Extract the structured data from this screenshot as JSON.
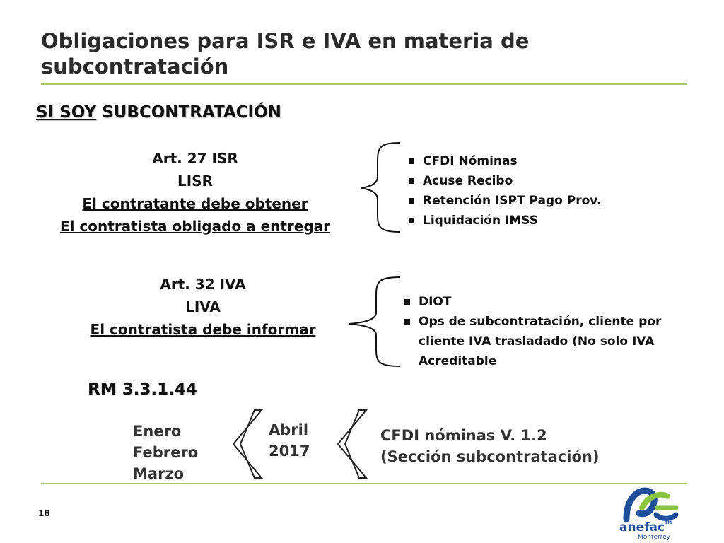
{
  "slide": {
    "title_line1": "Obligaciones para ISR e IVA en materia de",
    "title_line2": "subcontratación",
    "heading_underlined": "SI SOY",
    "heading_rest": " SUBCONTRATACIÓN",
    "accent_color": "#a7c46a",
    "page_number": "18"
  },
  "isr": {
    "lines": [
      "Art. 27 ISR",
      "LISR",
      "El contratante debe obtener",
      "El contratista obligado a entregar"
    ],
    "bullets": [
      "CFDI Nóminas",
      "Acuse Recibo",
      "Retención ISPT Pago Prov.",
      "Liquidación IMSS"
    ]
  },
  "iva": {
    "lines": [
      "Art. 32 IVA",
      "LIVA",
      "El contratista debe informar"
    ],
    "bullets": [
      "DIOT",
      "Ops de subcontratación, cliente por cliente IVA trasladado (No solo IVA Acreditable"
    ]
  },
  "rm": {
    "label": "RM 3.3.1.44",
    "months": [
      "Enero",
      "Febrero",
      "Marzo"
    ],
    "abril": [
      "Abril",
      "2017"
    ],
    "cfdi": [
      "CFDI nóminas V. 1.2",
      "(Sección subcontratación)"
    ]
  },
  "logo": {
    "name": "anefac",
    "tm": "TM",
    "city": "Monterrey",
    "colors": {
      "blue": "#1f4e9a",
      "green": "#8cc63f"
    }
  }
}
